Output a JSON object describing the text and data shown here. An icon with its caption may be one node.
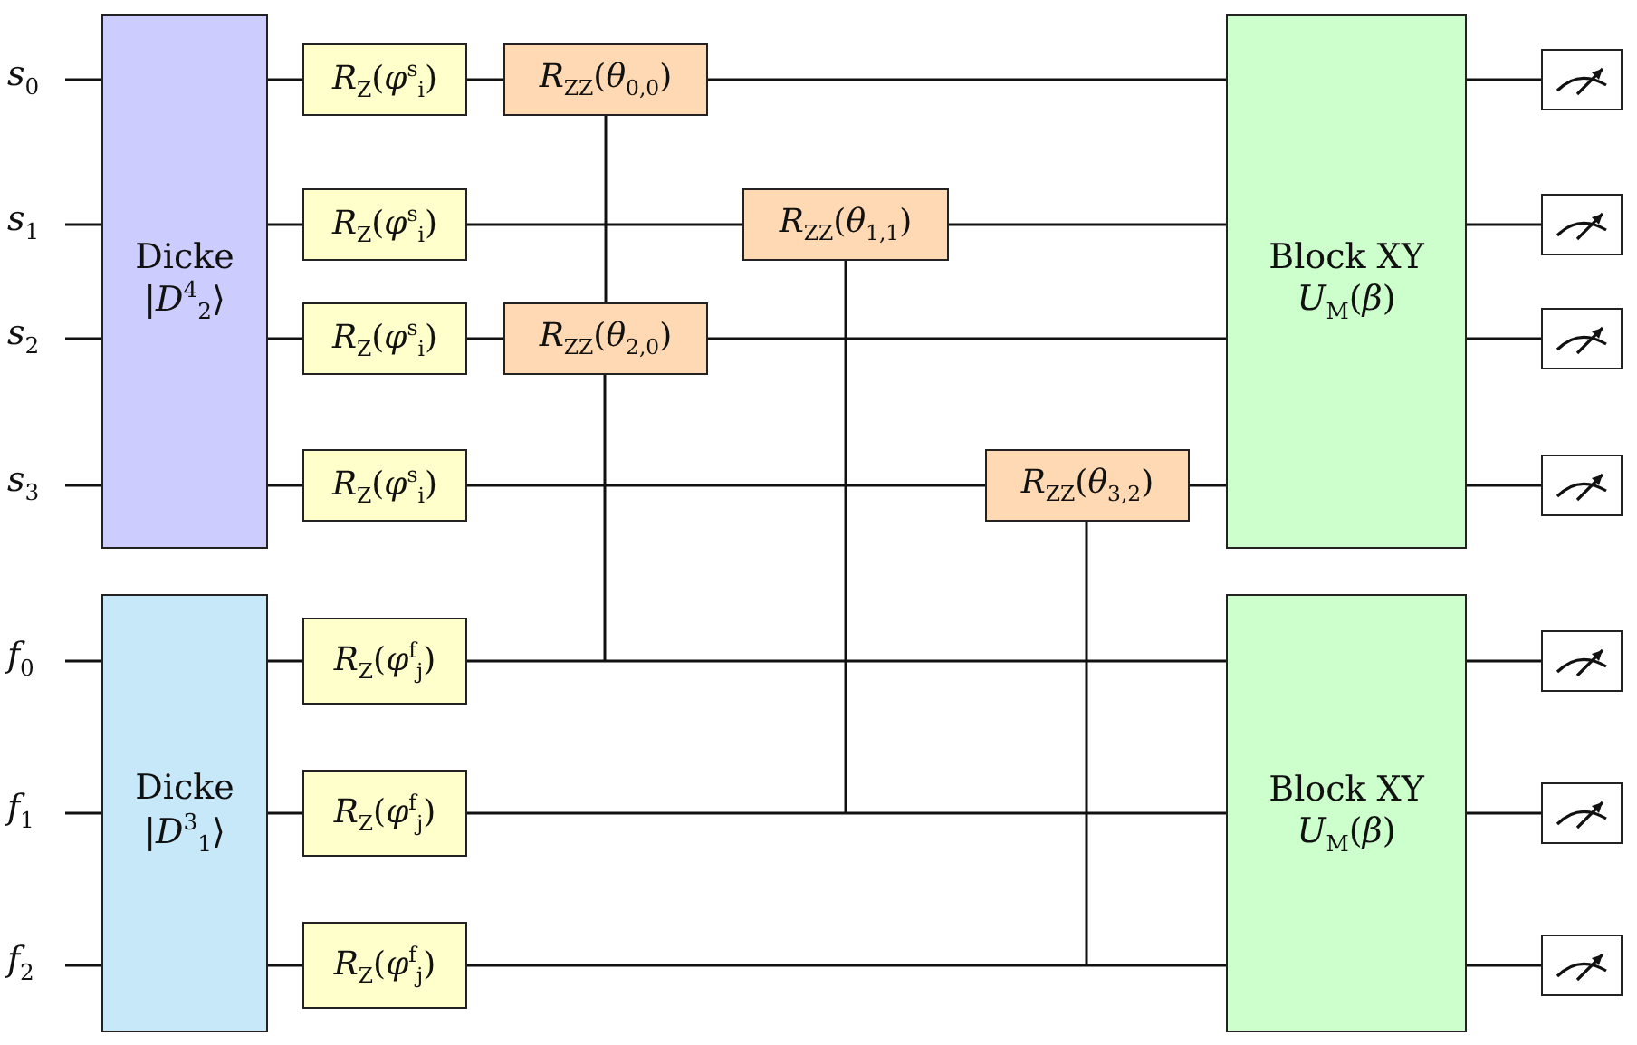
{
  "diagram": {
    "nodes": [
      {
        "text": [
          "*s*$_{0}$"
        ]
      },
      {
        "text": [
          "*s*$_{1}$"
        ]
      },
      {
        "text": [
          "*s*$_{2}$"
        ]
      },
      {
        "text": [
          "*s*$_{3}$"
        ]
      },
      {
        "text": [
          "*f*$_{0}$"
        ]
      },
      {
        "text": [
          "*f*$_{1}$"
        ]
      },
      {
        "text": [
          "*f*$_{2}$"
        ]
      },
      {
        "text": [
          "Dicke",
          "|*D*$^{4}$$_{2}$⟩"
        ]
      },
      {
        "text": [
          "Dicke",
          "|*D*$^{3}$$_{1}$⟩"
        ]
      },
      {
        "text": [
          "*R*$_{Z}$(*φ*$^{s}$$_{i}$)"
        ]
      },
      {
        "text": [
          "*R*$_{Z}$(*φ*$^{s}$$_{i}$)"
        ]
      },
      {
        "text": [
          "*R*$_{Z}$(*φ*$^{s}$$_{i}$)"
        ]
      },
      {
        "text": [
          "*R*$_{Z}$(*φ*$^{s}$$_{i}$)"
        ]
      },
      {
        "text": [
          "*R*$_{Z}$(*φ*$^{f}$$_{j}$)"
        ]
      },
      {
        "text": [
          "*R*$_{Z}$(*φ*$^{f}$$_{j}$)"
        ]
      },
      {
        "text": [
          "*R*$_{Z}$(*φ*$^{f}$$_{j}$)"
        ]
      },
      {
        "text": [
          "*R*$_{ZZ}$(*θ*$_{0,0}$)"
        ]
      },
      {
        "text": [
          "*R*$_{ZZ}$(*θ*$_{1,1}$)"
        ]
      },
      {
        "text": [
          "*R*$_{ZZ}$(*θ*$_{2,0}$)"
        ]
      },
      {
        "text": [
          "*R*$_{ZZ}$(*θ*$_{3,2}$)"
        ]
      },
      {
        "text": [
          "Block XY",
          "*U*$_{M}$(*β*)"
        ]
      },
      {
        "text": [
          "Block XY",
          "*U*$_{M}$(*β*)"
        ]
      },
      {
        "text": [],
        "shape": "meter"
      },
      {
        "text": [],
        "shape": "meter"
      },
      {
        "text": [],
        "shape": "meter"
      },
      {
        "text": [],
        "shape": "meter"
      },
      {
        "text": [],
        "shape": "meter"
      },
      {
        "text": [],
        "shape": "meter"
      },
      {
        "text": [],
        "shape": "meter"
      }
    ],
    "edges": [
      {
        "from": 0,
        "to": 7,
        "arrow": "none"
      },
      {
        "from": 7,
        "to": 9,
        "arrow": "none"
      },
      {
        "from": 9,
        "to": 16,
        "arrow": "none"
      },
      {
        "from": 16,
        "to": 20,
        "arrow": "none"
      },
      {
        "from": 20,
        "to": 22,
        "arrow": "none"
      },
      {
        "from": 1,
        "to": 7,
        "arrow": "none"
      },
      {
        "from": 7,
        "to": 10,
        "arrow": "none"
      },
      {
        "from": 10,
        "to": 17,
        "arrow": "none"
      },
      {
        "from": 17,
        "to": 20,
        "arrow": "none"
      },
      {
        "from": 20,
        "to": 23,
        "arrow": "none"
      },
      {
        "from": 2,
        "to": 7,
        "arrow": "none"
      },
      {
        "from": 7,
        "to": 11,
        "arrow": "none"
      },
      {
        "from": 11,
        "to": 18,
        "arrow": "none"
      },
      {
        "from": 18,
        "to": 20,
        "arrow": "none"
      },
      {
        "from": 20,
        "to": 24,
        "arrow": "none"
      },
      {
        "from": 3,
        "to": 7,
        "arrow": "none"
      },
      {
        "from": 7,
        "to": 12,
        "arrow": "none"
      },
      {
        "from": 12,
        "to": 19,
        "arrow": "none"
      },
      {
        "from": 19,
        "to": 20,
        "arrow": "none"
      },
      {
        "from": 20,
        "to": 25,
        "arrow": "none"
      },
      {
        "from": 4,
        "to": 8,
        "arrow": "none"
      },
      {
        "from": 8,
        "to": 13,
        "arrow": "none"
      },
      {
        "from": 13,
        "to": 21,
        "arrow": "none"
      },
      {
        "from": 21,
        "to": 26,
        "arrow": "none"
      },
      {
        "from": 5,
        "to": 8,
        "arrow": "none"
      },
      {
        "from": 8,
        "to": 14,
        "arrow": "none"
      },
      {
        "from": 14,
        "to": 21,
        "arrow": "none"
      },
      {
        "from": 21,
        "to": 27,
        "arrow": "none"
      },
      {
        "from": 6,
        "to": 8,
        "arrow": "none"
      },
      {
        "from": 8,
        "to": 15,
        "arrow": "none"
      },
      {
        "from": 15,
        "to": 21,
        "arrow": "none"
      },
      {
        "from": 21,
        "to": 28,
        "arrow": "none"
      },
      {
        "from": 16,
        "to": 18,
        "arrow": "none"
      },
      {
        "from": 18,
        "to": null,
        "arrow": "none"
      },
      {
        "from": 17,
        "to": null,
        "arrow": "none"
      },
      {
        "from": 19,
        "to": null,
        "arrow": "none"
      }
    ]
  }
}
